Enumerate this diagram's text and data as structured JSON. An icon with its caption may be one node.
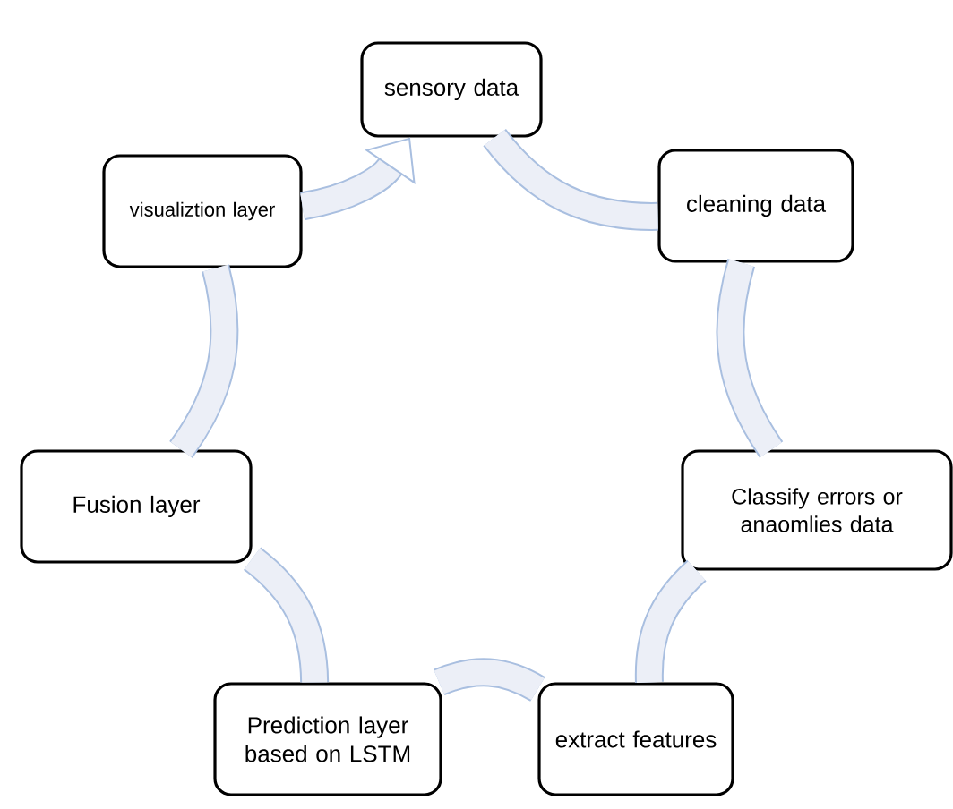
{
  "diagram": {
    "nodes": [
      {
        "text": [
          "sensory data"
        ]
      },
      {
        "text": [
          "cleaning data"
        ]
      },
      {
        "text": [
          "Classify errors or anaomlies data"
        ]
      },
      {
        "text": [
          "extract features"
        ]
      },
      {
        "text": [
          "Prediction layer based on LSTM"
        ]
      },
      {
        "text": [
          "Fusion layer"
        ]
      },
      {
        "text": [
          "visualiztion layer"
        ]
      }
    ],
    "edges": [
      {
        "from": 0,
        "to": 1,
        "arrow": "none"
      },
      {
        "from": 1,
        "to": 2,
        "arrow": "none"
      },
      {
        "from": 2,
        "to": 3,
        "arrow": "none"
      },
      {
        "from": 3,
        "to": 4,
        "arrow": "none"
      },
      {
        "from": 4,
        "to": 5,
        "arrow": "none"
      },
      {
        "from": 5,
        "to": 6,
        "arrow": "none"
      },
      {
        "from": 6,
        "to": 0,
        "arrow": "to"
      }
    ]
  }
}
